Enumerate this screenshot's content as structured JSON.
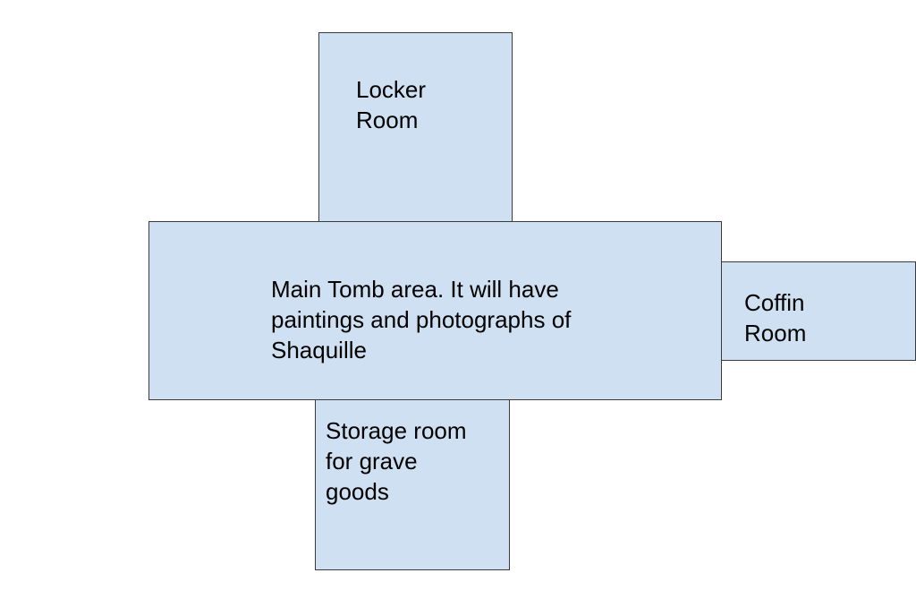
{
  "diagram": {
    "rooms": [
      {
        "id": "locker",
        "label": "Locker\nRoom"
      },
      {
        "id": "main",
        "label": "Main Tomb area. It will have\npaintings and photographs of\nShaquille"
      },
      {
        "id": "coffin",
        "label": "Coffin\nRoom"
      },
      {
        "id": "storage",
        "label": "Storage room\nfor grave\ngoods"
      }
    ],
    "colors": {
      "room_fill": "#cfe0f2",
      "room_border": "#3a3a3a",
      "text": "#000000",
      "background": "#ffffff"
    }
  }
}
